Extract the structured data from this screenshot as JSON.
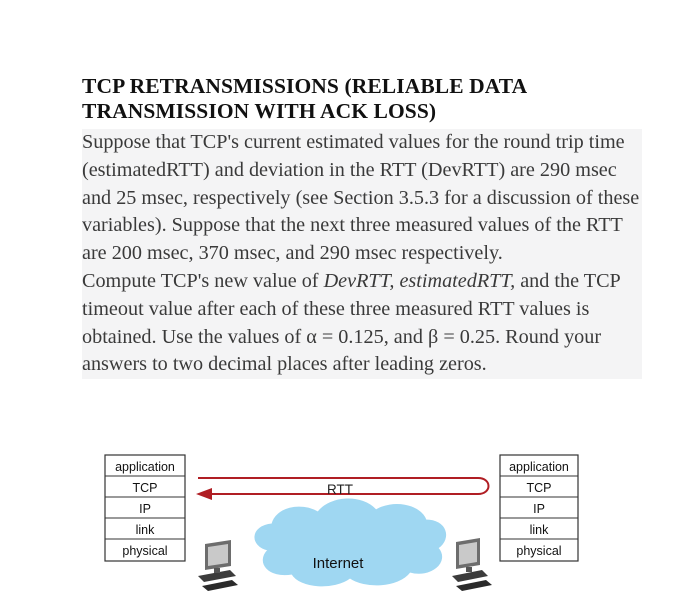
{
  "document": {
    "title_line1": "TCP RETRANSMISSIONS (RELIABLE DATA",
    "title_line2": "TRANSMISSION WITH ACK LOSS)",
    "paragraph1": "Suppose that TCP's current estimated values for the round trip time (estimatedRTT) and deviation in the RTT (DevRTT) are 290 msec and 25 msec, respectively (see Section 3.5.3 for a discussion of these variables). Suppose that the next three measured values of the RTT are 200 msec, 370 msec, and 290 msec respectively.",
    "paragraph2_pre": "Compute TCP's new value of ",
    "paragraph2_italic": "DevRTT, estimatedRTT,",
    "paragraph2_post": " and the TCP timeout value after each of these three measured RTT values is obtained. Use the values of α = 0.125, and β = 0.25. Round your answers to two decimal places after leading zeros."
  },
  "figure": {
    "left_stack": [
      "application",
      "TCP",
      "IP",
      "link",
      "physical"
    ],
    "right_stack": [
      "application",
      "TCP",
      "IP",
      "link",
      "physical"
    ],
    "rtt_label": "RTT",
    "cloud_label": "Internet",
    "colors": {
      "arrow": "#b01e24",
      "cloud": "#9fd7f2",
      "stack_border": "#333333"
    }
  }
}
